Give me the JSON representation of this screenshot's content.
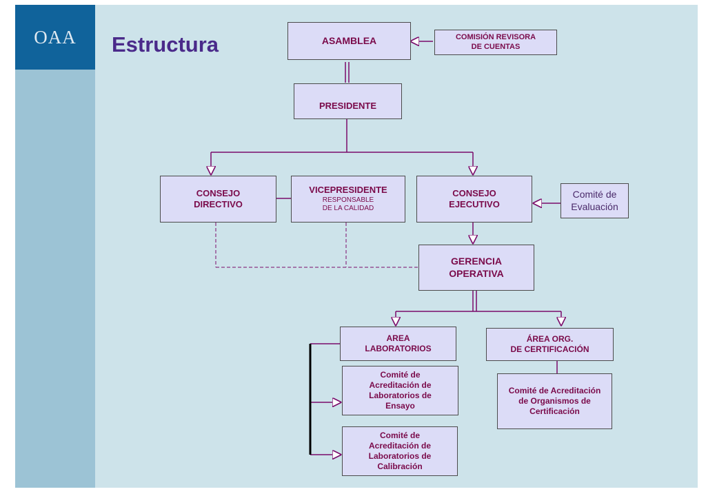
{
  "logo": "OAA",
  "title": "Estructura",
  "colors": {
    "accent": "#10639b",
    "band": "#9cc3d5",
    "background": "#cde3ea",
    "box_fill": "#dcdcf7",
    "text": "#7a0a4a",
    "title": "#4a2a8a"
  },
  "nodes": {
    "asamblea": "ASAMBLEA",
    "comision": {
      "line1": "COMISIÓN REVISORA",
      "line2": "DE CUENTAS"
    },
    "presidente": "PRESIDENTE",
    "consejo_directivo": {
      "line1": "CONSEJO",
      "line2": "DIRECTIVO"
    },
    "vicepresidente": {
      "line1": "VICEPRESIDENTE",
      "line2": "RESPONSABLE",
      "line3": "DE LA CALIDAD"
    },
    "consejo_ejecutivo": {
      "line1": "CONSEJO",
      "line2": "EJECUTIVO"
    },
    "comite_evaluacion": {
      "line1": "Comité de",
      "line2": "Evaluación"
    },
    "gerencia": {
      "line1": "GERENCIA",
      "line2": "OPERATIVA"
    },
    "area_lab": {
      "line1": "AREA",
      "line2": "LABORATORIOS"
    },
    "area_cert": {
      "line1": "ÁREA ORG.",
      "line2": "DE CERTIFICACIÓN"
    },
    "comite_ensayo": {
      "line1": "Comité de",
      "line2": "Acreditación de",
      "line3": "Laboratorios de",
      "line4": "Ensayo"
    },
    "comite_calibracion": {
      "line1": "Comité de",
      "line2": "Acreditación de",
      "line3": "Laboratorios de",
      "line4": "Calibración"
    },
    "comite_organismos": {
      "line1": "Comité de Acreditación",
      "line2": "de Organismos de",
      "line3": "Certificación"
    }
  }
}
